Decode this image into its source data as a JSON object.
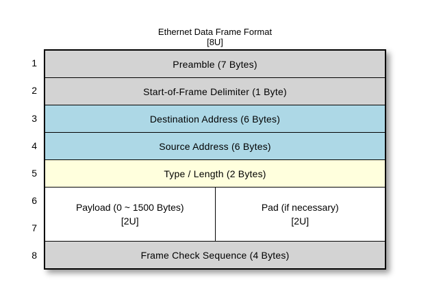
{
  "title": {
    "main": "Ethernet Data Frame Format",
    "sub": "[8U]"
  },
  "colors": {
    "header_gray": "#d3d3d3",
    "address_blue": "#add8e6",
    "type_yellow": "#ffffdd",
    "payload_white": "#ffffff",
    "border_black": "#000000"
  },
  "frame": {
    "rows": [
      {
        "num": "1",
        "label": "Preamble (7 Bytes)",
        "bg": "#d3d3d3"
      },
      {
        "num": "2",
        "label": "Start-of-Frame Delimiter (1 Byte)",
        "bg": "#d3d3d3"
      },
      {
        "num": "3",
        "label": "Destination Address (6 Bytes)",
        "bg": "#add8e6"
      },
      {
        "num": "4",
        "label": "Source Address (6 Bytes)",
        "bg": "#add8e6"
      },
      {
        "num": "5",
        "label": "Type / Length (2 Bytes)",
        "bg": "#ffffdd"
      },
      {
        "nums": [
          "6",
          "7"
        ],
        "bg": "#ffffff",
        "cells": [
          {
            "line1": "Payload (0 ~ 1500 Bytes)",
            "line2": "[2U]"
          },
          {
            "line1": "Pad (if necessary)",
            "line2": "[2U]"
          }
        ]
      },
      {
        "num": "8",
        "label": "Frame Check Sequence (4 Bytes)",
        "bg": "#d3d3d3"
      }
    ]
  }
}
